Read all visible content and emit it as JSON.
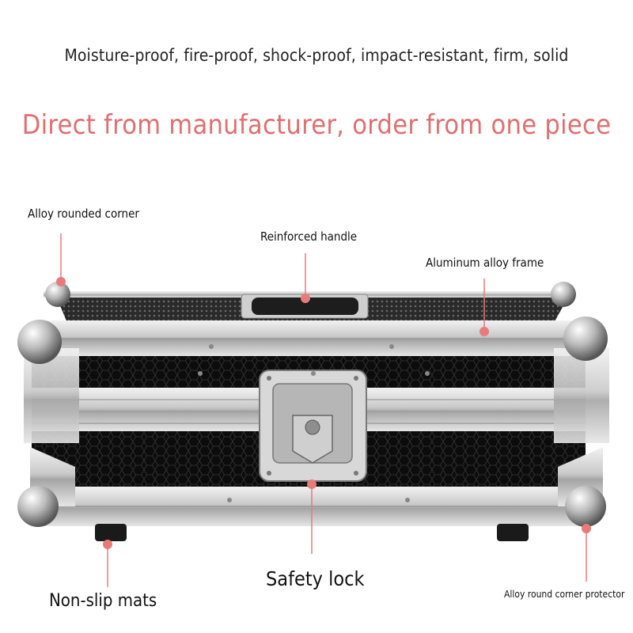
{
  "headline": {
    "line1": "Moisture-proof, fire-proof, shock-proof, impact-resistant, firm, solid",
    "line2": "Direct from manufacturer, order from one piece"
  },
  "callouts": {
    "corner": "Alloy rounded corner",
    "handle": "Reinforced handle",
    "frame": "Aluminum alloy frame",
    "lock": "Safety lock",
    "mats": "Non-slip mats",
    "protector": "Alloy round corner protector"
  },
  "colors": {
    "accent": "#e06f6f",
    "marker": "#e87a7a",
    "text": "#111111"
  }
}
